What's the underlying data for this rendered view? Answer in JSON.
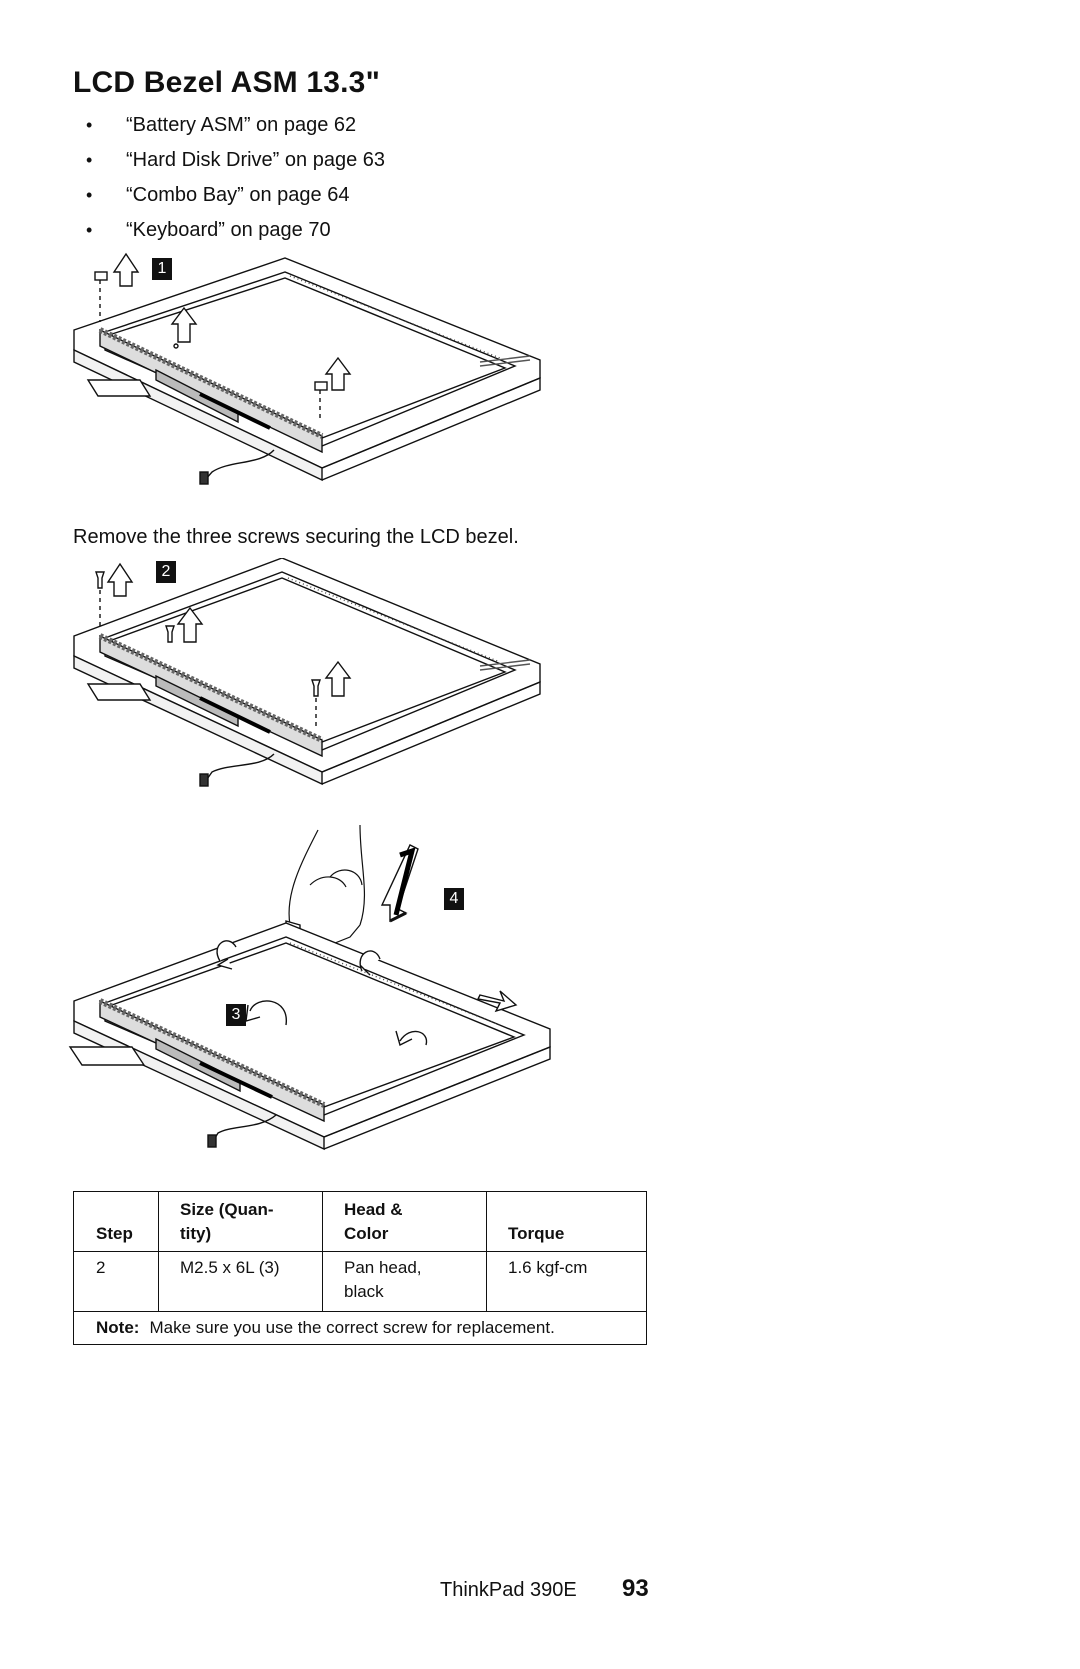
{
  "title": "LCD Bezel ASM 13.3\"",
  "bullets": [
    {
      "text": "“Battery ASM” on page  62"
    },
    {
      "text": "“Hard Disk Drive” on page  63"
    },
    {
      "text": "“Combo Bay” on page  64"
    },
    {
      "text": "“Keyboard” on page  70"
    }
  ],
  "callouts": [
    "1",
    "2",
    "3",
    "4"
  ],
  "caption": "Remove the three screws securing the LCD bezel.",
  "table": {
    "headers": {
      "step": "Step",
      "size_line1": "Size (Quan-",
      "size_line2": "tity)",
      "head_line1": "Head &",
      "head_line2": "Color",
      "torque": "Torque"
    },
    "row": {
      "step": "2",
      "size": "M2.5 x 6L (3)",
      "head_line1": "Pan head,",
      "head_line2": "black",
      "torque": "1.6 kgf-cm"
    },
    "note_label": "Note:",
    "note_text": "Make sure you use the correct screw for replacement."
  },
  "footer": {
    "product": "ThinkPad 390E",
    "page": "93"
  }
}
